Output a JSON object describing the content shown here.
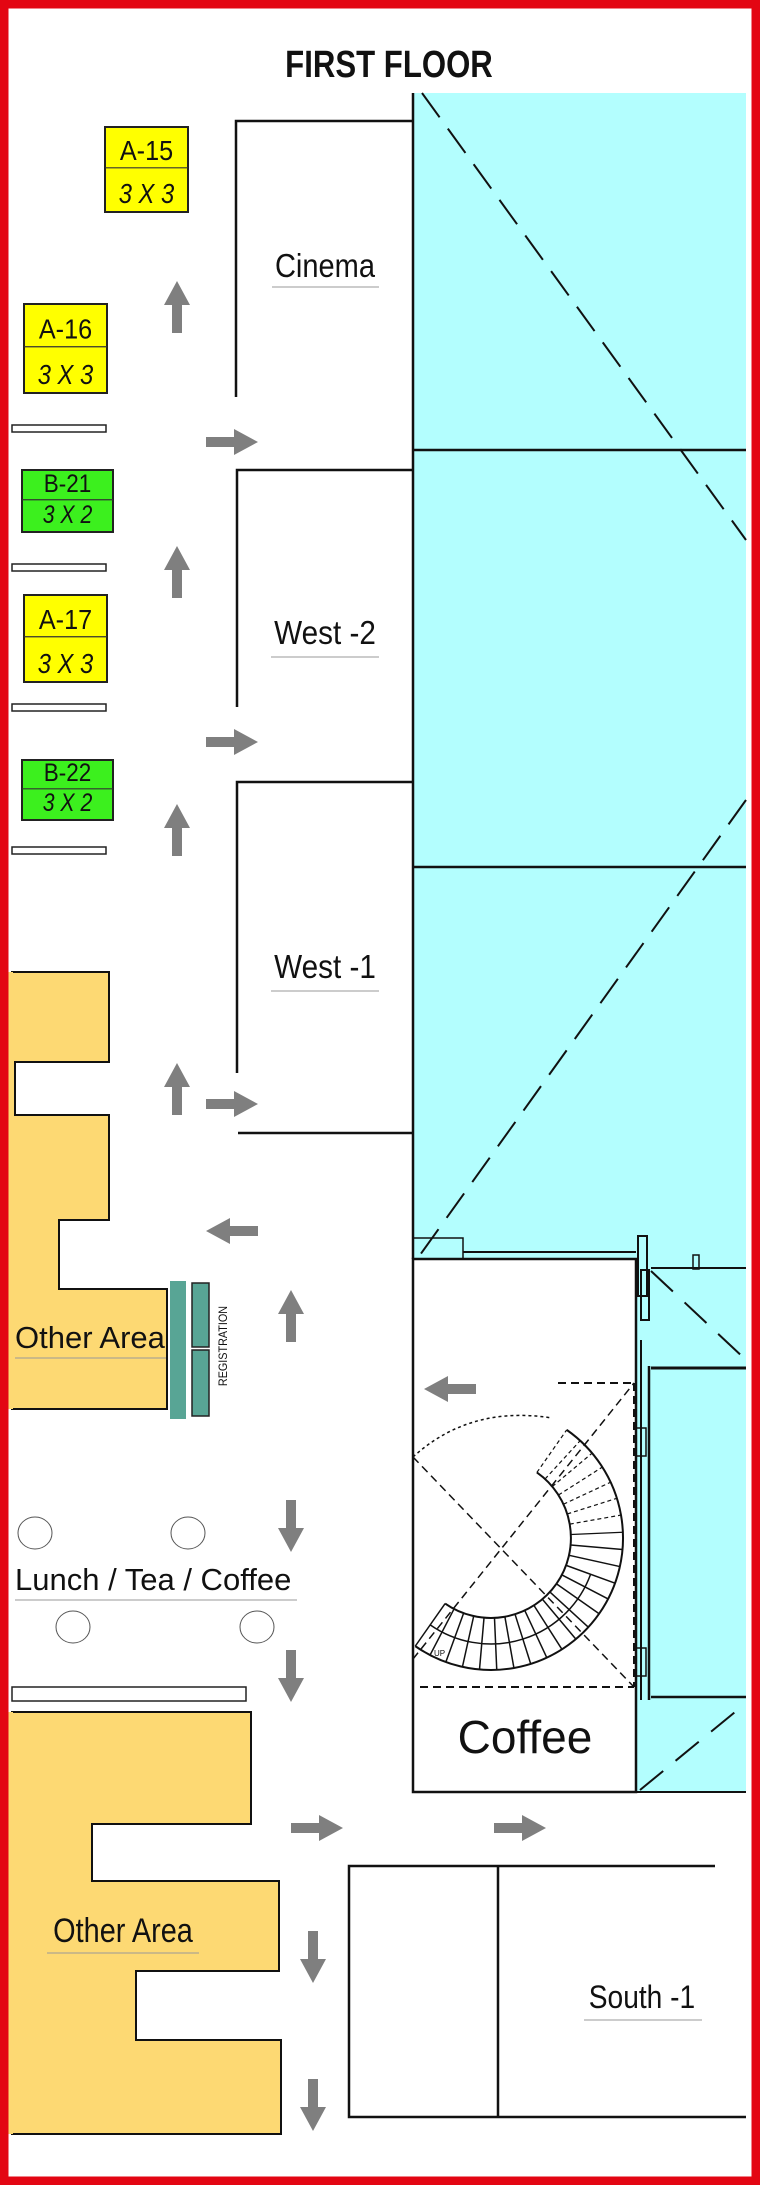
{
  "title": "FIRST FLOOR",
  "rooms": {
    "cinema": "Cinema",
    "west2": "West -2",
    "west1": "West -1",
    "coffee": "Coffee",
    "south1": "South -1"
  },
  "booths": [
    {
      "id": "A-15",
      "size": "3 X 3",
      "color": "#ffff00"
    },
    {
      "id": "A-16",
      "size": "3 X 3",
      "color": "#ffff00"
    },
    {
      "id": "B-21",
      "size": "3 X 2",
      "color": "#3cf01e"
    },
    {
      "id": "A-17",
      "size": "3 X 3",
      "color": "#ffff00"
    },
    {
      "id": "B-22",
      "size": "3 X 2",
      "color": "#3cf01e"
    }
  ],
  "areas": {
    "other_area_1": "Other Area",
    "other_area_2": "Other Area",
    "lunch": "Lunch / Tea / Coffee",
    "registration": "REGISTRATION",
    "stairs_up": "UP"
  },
  "colors": {
    "border": "#e30613",
    "water": "#b3fefe",
    "other_area": "#fdd973",
    "registration": "#58a595",
    "arrow": "#7f7f7f"
  }
}
